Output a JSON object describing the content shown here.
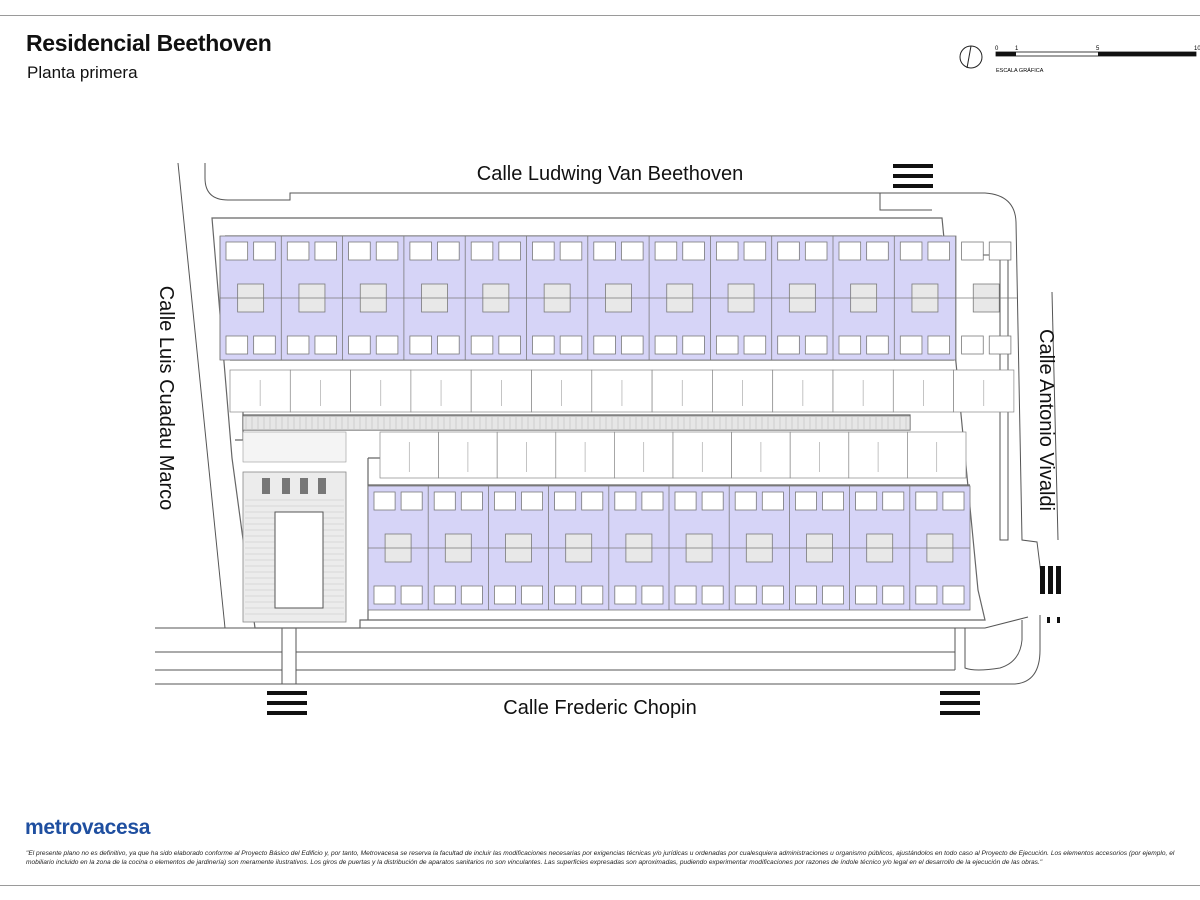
{
  "header": {
    "title": "Residencial Beethoven",
    "subtitle": "Planta primera"
  },
  "scale_bar": {
    "ticks": [
      "0",
      "1",
      "5",
      "10"
    ],
    "label": "ESCALA GRÁFICA",
    "icon": "north-arrow-icon"
  },
  "streets": {
    "north": "Calle Ludwing Van Beethoven",
    "west": "Calle Luis Cuadau Marco",
    "east": "Calle Antonio Vivaldi",
    "south": "Calle Frederic Chopin"
  },
  "colors": {
    "unit_fill": "#d6d4f7",
    "line": "#6b6b6b",
    "text": "#111111",
    "brand": "#1f4fa0"
  },
  "footer": {
    "brand": "metrovacesa",
    "disclaimer": "\"El presente plano no es definitivo, ya que ha sido elaborado conforme al Proyecto Básico del Edificio y, por tanto, Metrovacesa se reserva la facultad de incluir las modificaciones necesarias por exigencias técnicas y/o jurídicas u ordenadas por cualesquiera administraciones u organismo públicos, ajustándolos en todo caso al Proyecto de Ejecución. Los elementos accesorios (por ejemplo, el mobiliario incluido en la zona de la cocina o elementos de jardinería) son meramente ilustrativos. Los giros de puertas y la distribución de aparatos sanitarios no son vinculantes. Las superficies expresadas son aproximadas, pudiendo experimentar modificaciones por razones de índole técnico y/o legal en el desarrollo de la ejecución de las obras.\""
  }
}
